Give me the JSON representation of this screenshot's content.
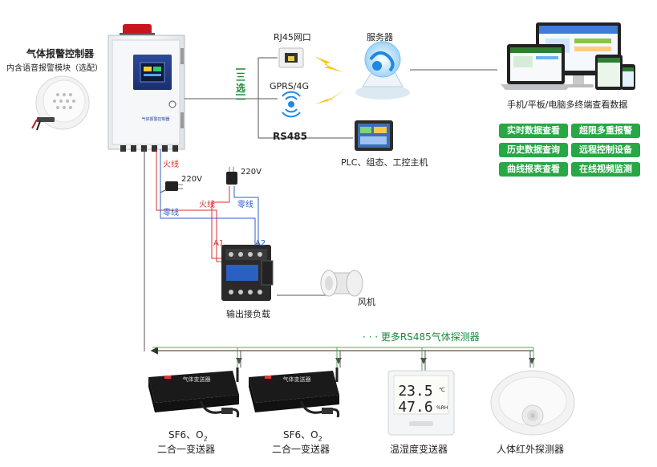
{
  "controller": {
    "title": "气体报警控制器",
    "voice_module": "内含语音报警模块（选配）",
    "panel_label": "气体报警控制器"
  },
  "comm": {
    "choose_label": "三选一",
    "rj45": "RJ45网口",
    "gprs": "GPRS/4G",
    "rs485": "RS485",
    "server": "服务器",
    "plc": "PLC、组态、工控主机",
    "terminals": "手机/平板/电脑多终端查看数据"
  },
  "features": [
    "实时数据查看",
    "超限多重报警",
    "历史数据查询",
    "远程控制设备",
    "曲线报表查看",
    "在线视频监测"
  ],
  "wiring": {
    "live1": "火线",
    "neutral1": "零线",
    "v220_1": "220V",
    "v220_2": "220V",
    "live2": "火线",
    "neutral2": "零线",
    "a1": "A1",
    "a2": "A2",
    "load_label": "输出接负载",
    "fan": "风机"
  },
  "bus": {
    "more_label": "· · · 更多RS485气体探测器"
  },
  "devices": {
    "dev1_line1": "SF6、O",
    "dev1_sub": "2",
    "dev1_line2": "二合一变送器",
    "dev2_line1": "SF6、O",
    "dev2_sub": "2",
    "dev2_line2": "二合一变送器",
    "dev3": "温湿度变送器",
    "dev4": "人体红外探测器",
    "box_label": "气体变送器",
    "temp_value": "23.5",
    "temp_unit": "℃",
    "hum_value": "47.6",
    "hum_unit": "%RH"
  },
  "colors": {
    "accent_green": "#28a745",
    "live_red": "#d9302c",
    "neutral_blue": "#2f5fc8",
    "bus_green": "#4caf50"
  },
  "icons": [
    "speaker-icon",
    "alarm-light-icon",
    "ethernet-port-icon",
    "wireless-icon",
    "lightning-icon",
    "cloud-server-icon",
    "monitor-icon",
    "laptop-icon",
    "tablet-icon",
    "phone-icon",
    "plc-screen-icon",
    "plug-icon",
    "contactor-icon",
    "fan-icon",
    "transmitter-icon",
    "thermo-hygrometer-icon",
    "pir-sensor-icon"
  ]
}
